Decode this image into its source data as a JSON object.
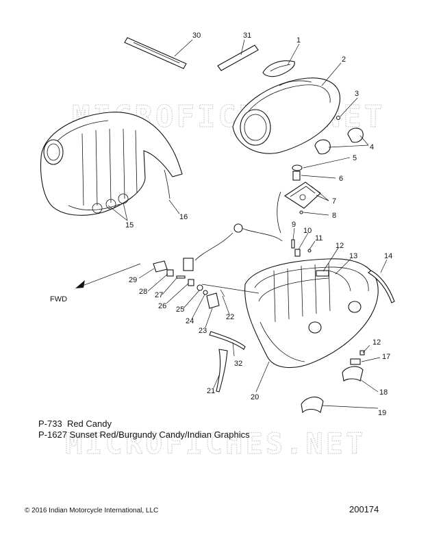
{
  "watermark": "MICROFICHES.NET",
  "fwd_label": "FWD",
  "callouts": [
    "1",
    "2",
    "3",
    "4",
    "5",
    "6",
    "7",
    "7",
    "8",
    "9",
    "10",
    "11",
    "12",
    "12",
    "13",
    "14",
    "15",
    "16",
    "17",
    "18",
    "19",
    "20",
    "21",
    "22",
    "23",
    "24",
    "25",
    "26",
    "27",
    "28",
    "29",
    "30",
    "31",
    "32"
  ],
  "paint_codes": [
    {
      "code": "P-733",
      "description": "Red Candy"
    },
    {
      "code": "P-1627",
      "description": "Sunset Red/Burgundy Candy/Indian Graphics"
    }
  ],
  "copyright": "© 2016 Indian Motorcycle International, LLC",
  "diagram_number": "200174"
}
